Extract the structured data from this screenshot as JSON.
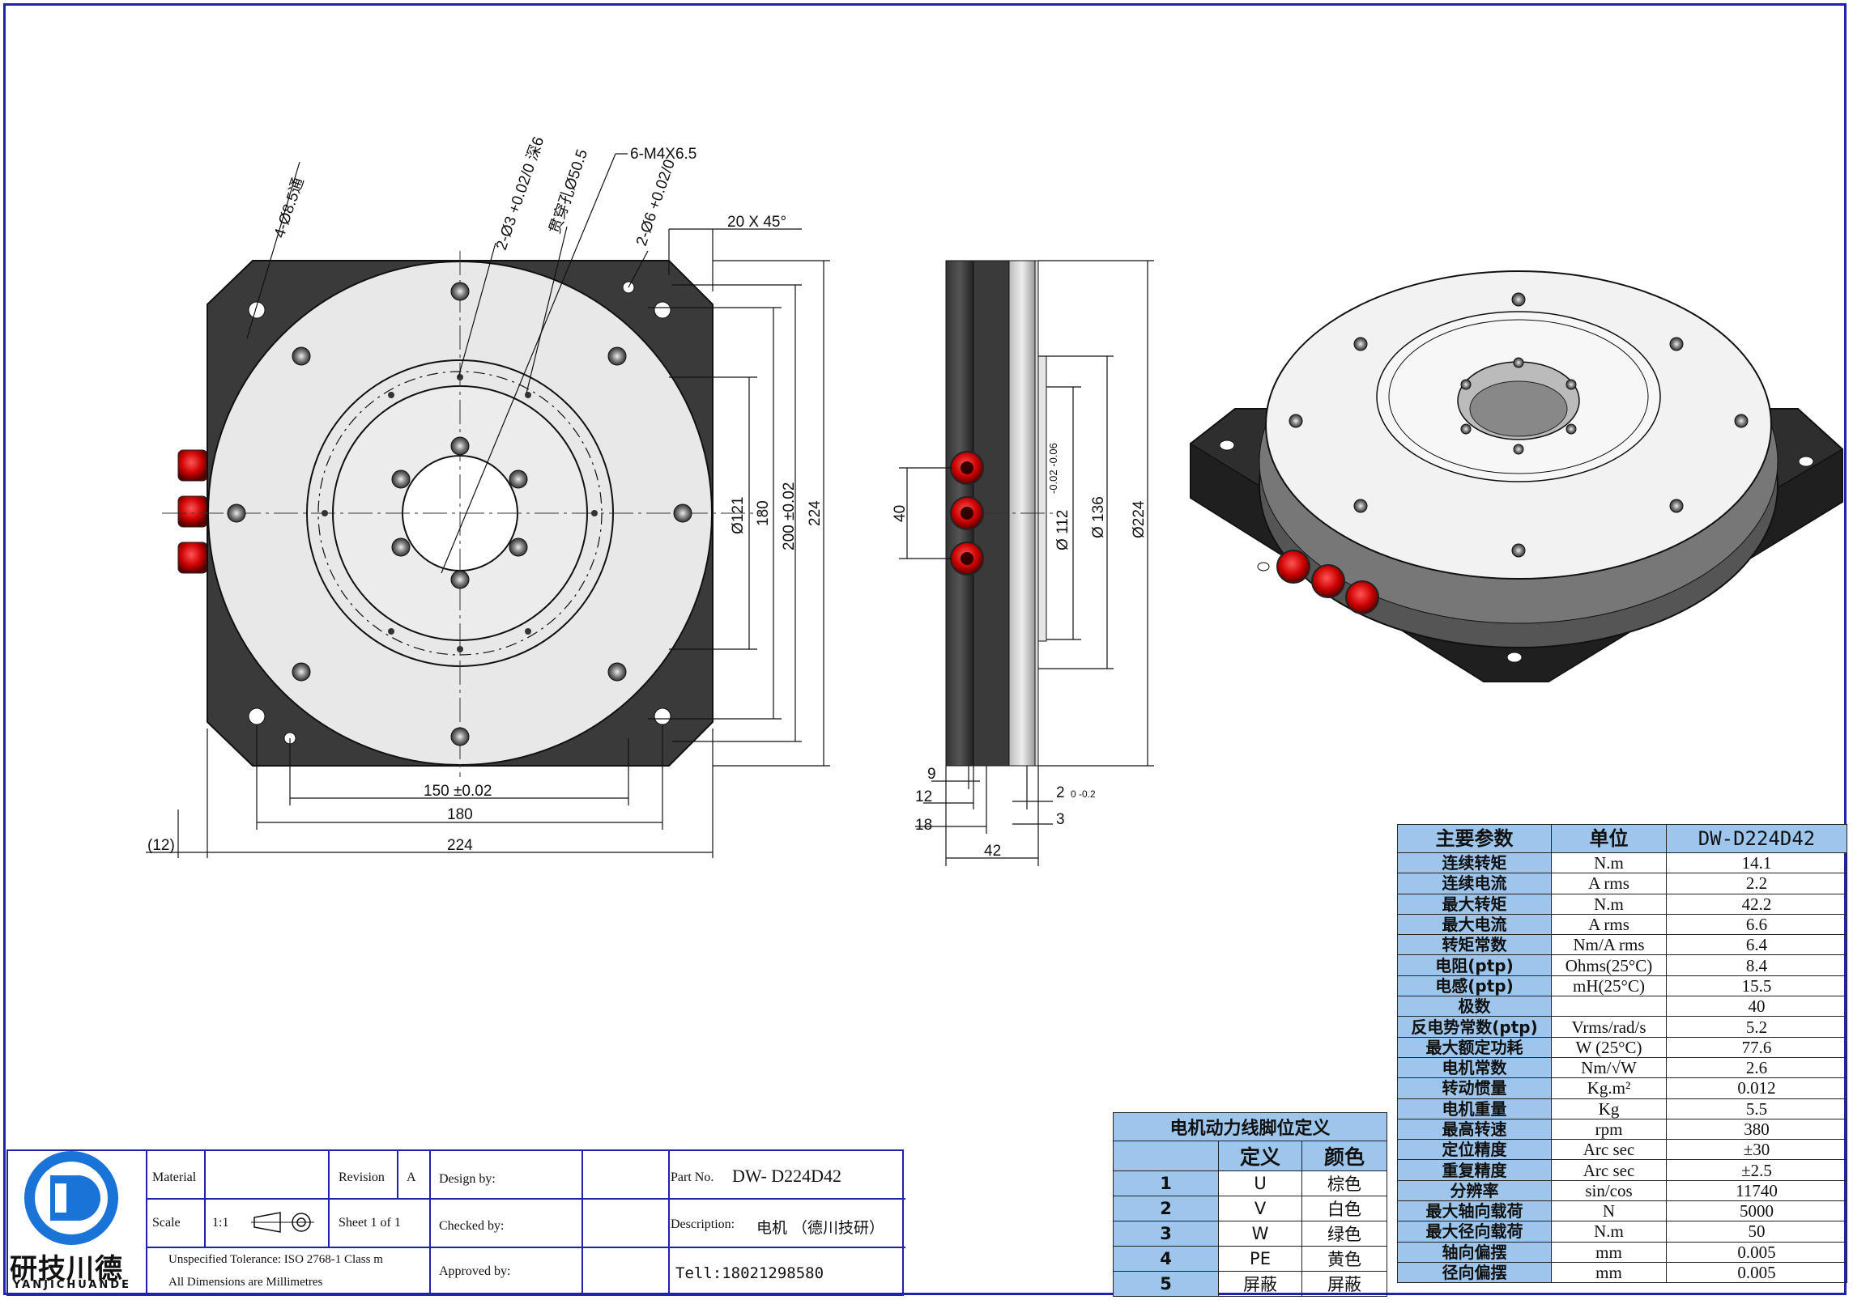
{
  "drawing": {
    "dims_top": {
      "holes_4": "4-Ø8.5通",
      "holes_2_3": "2-Ø3 +0.02/0 深6",
      "through_hole": "贯穿孔Ø50.5",
      "thread": "6-M4X6.5",
      "holes_2_6": "2-Ø6 +0.02/0",
      "chamfer": "20 X 45°"
    },
    "dims_front": {
      "d121": "Ø121",
      "d180v": "180",
      "d200": "200 ±0.02",
      "d224v": "224",
      "d150": "150 ±0.02",
      "d180h": "180",
      "d224h": "224",
      "d12": "(12)"
    },
    "dims_side": {
      "d40": "40",
      "d112": "Ø 112",
      "d112_tol": "-0.02 -0.06",
      "d136": "Ø 136",
      "d224": "Ø224",
      "d9": "9",
      "d12": "12",
      "d18": "18",
      "d42": "42",
      "d2": "2",
      "d2_tol": "0 -0.2",
      "d3": "3"
    }
  },
  "spec_table": {
    "header": [
      "主要参数",
      "单位",
      "DW-D224D42"
    ],
    "rows": [
      [
        "连续转矩",
        "N.m",
        "14.1"
      ],
      [
        "连续电流",
        "A rms",
        "2.2"
      ],
      [
        "最大转矩",
        "N.m",
        "42.2"
      ],
      [
        "最大电流",
        "A rms",
        "6.6"
      ],
      [
        "转矩常数",
        "Nm/A rms",
        "6.4"
      ],
      [
        "电阻(ptp)",
        "Ohms(25°C)",
        "8.4"
      ],
      [
        "电感(ptp)",
        "mH(25°C)",
        "15.5"
      ],
      [
        "极数",
        "",
        "40"
      ],
      [
        "反电势常数(ptp)",
        "Vrms/rad/s",
        "5.2"
      ],
      [
        "最大额定功耗",
        "W (25°C)",
        "77.6"
      ],
      [
        "电机常数",
        "Nm/√W",
        "2.6"
      ],
      [
        "转动惯量",
        "Kg.m²",
        "0.012"
      ],
      [
        "电机重量",
        "Kg",
        "5.5"
      ],
      [
        "最高转速",
        "rpm",
        "380"
      ],
      [
        "定位精度",
        "Arc sec",
        "±30"
      ],
      [
        "重复精度",
        "Arc sec",
        "±2.5"
      ],
      [
        "分辨率",
        "sin/cos",
        "11740"
      ],
      [
        "最大轴向载荷",
        "N",
        "5000"
      ],
      [
        "最大径向载荷",
        "N.m",
        "50"
      ],
      [
        "轴向偏摆",
        "mm",
        "0.005"
      ],
      [
        "径向偏摆",
        "mm",
        "0.005"
      ]
    ]
  },
  "pin_table": {
    "title": "电机动力线脚位定义",
    "header": [
      "",
      "定义",
      "颜色"
    ],
    "rows": [
      [
        "1",
        "U",
        "棕色"
      ],
      [
        "2",
        "V",
        "白色"
      ],
      [
        "3",
        "W",
        "绿色"
      ],
      [
        "4",
        "PE",
        "黄色"
      ],
      [
        "5",
        "屏蔽",
        "屏蔽"
      ]
    ]
  },
  "title_block": {
    "logo": "研技川德",
    "logo_sub": "YANJICHUANDE",
    "material_label": "Material",
    "revision_label": "Revision",
    "revision_value": "A",
    "scale_label": "Scale",
    "scale_value": "1:1",
    "sheet": "Sheet  1  of  1",
    "tolerance": "Unspecified Tolerance: ISO 2768-1 Class m",
    "units": "All Dimensions  are Millimetres",
    "design_by": "Design by:",
    "checked_by": "Checked by:",
    "approved_by": "Approved by:",
    "part_no_label": "Part No.",
    "part_no_value": "DW- D224D42",
    "description_label": "Description:",
    "description_value": "电机  （德川技研）",
    "tel": "Tell:18021298580"
  }
}
